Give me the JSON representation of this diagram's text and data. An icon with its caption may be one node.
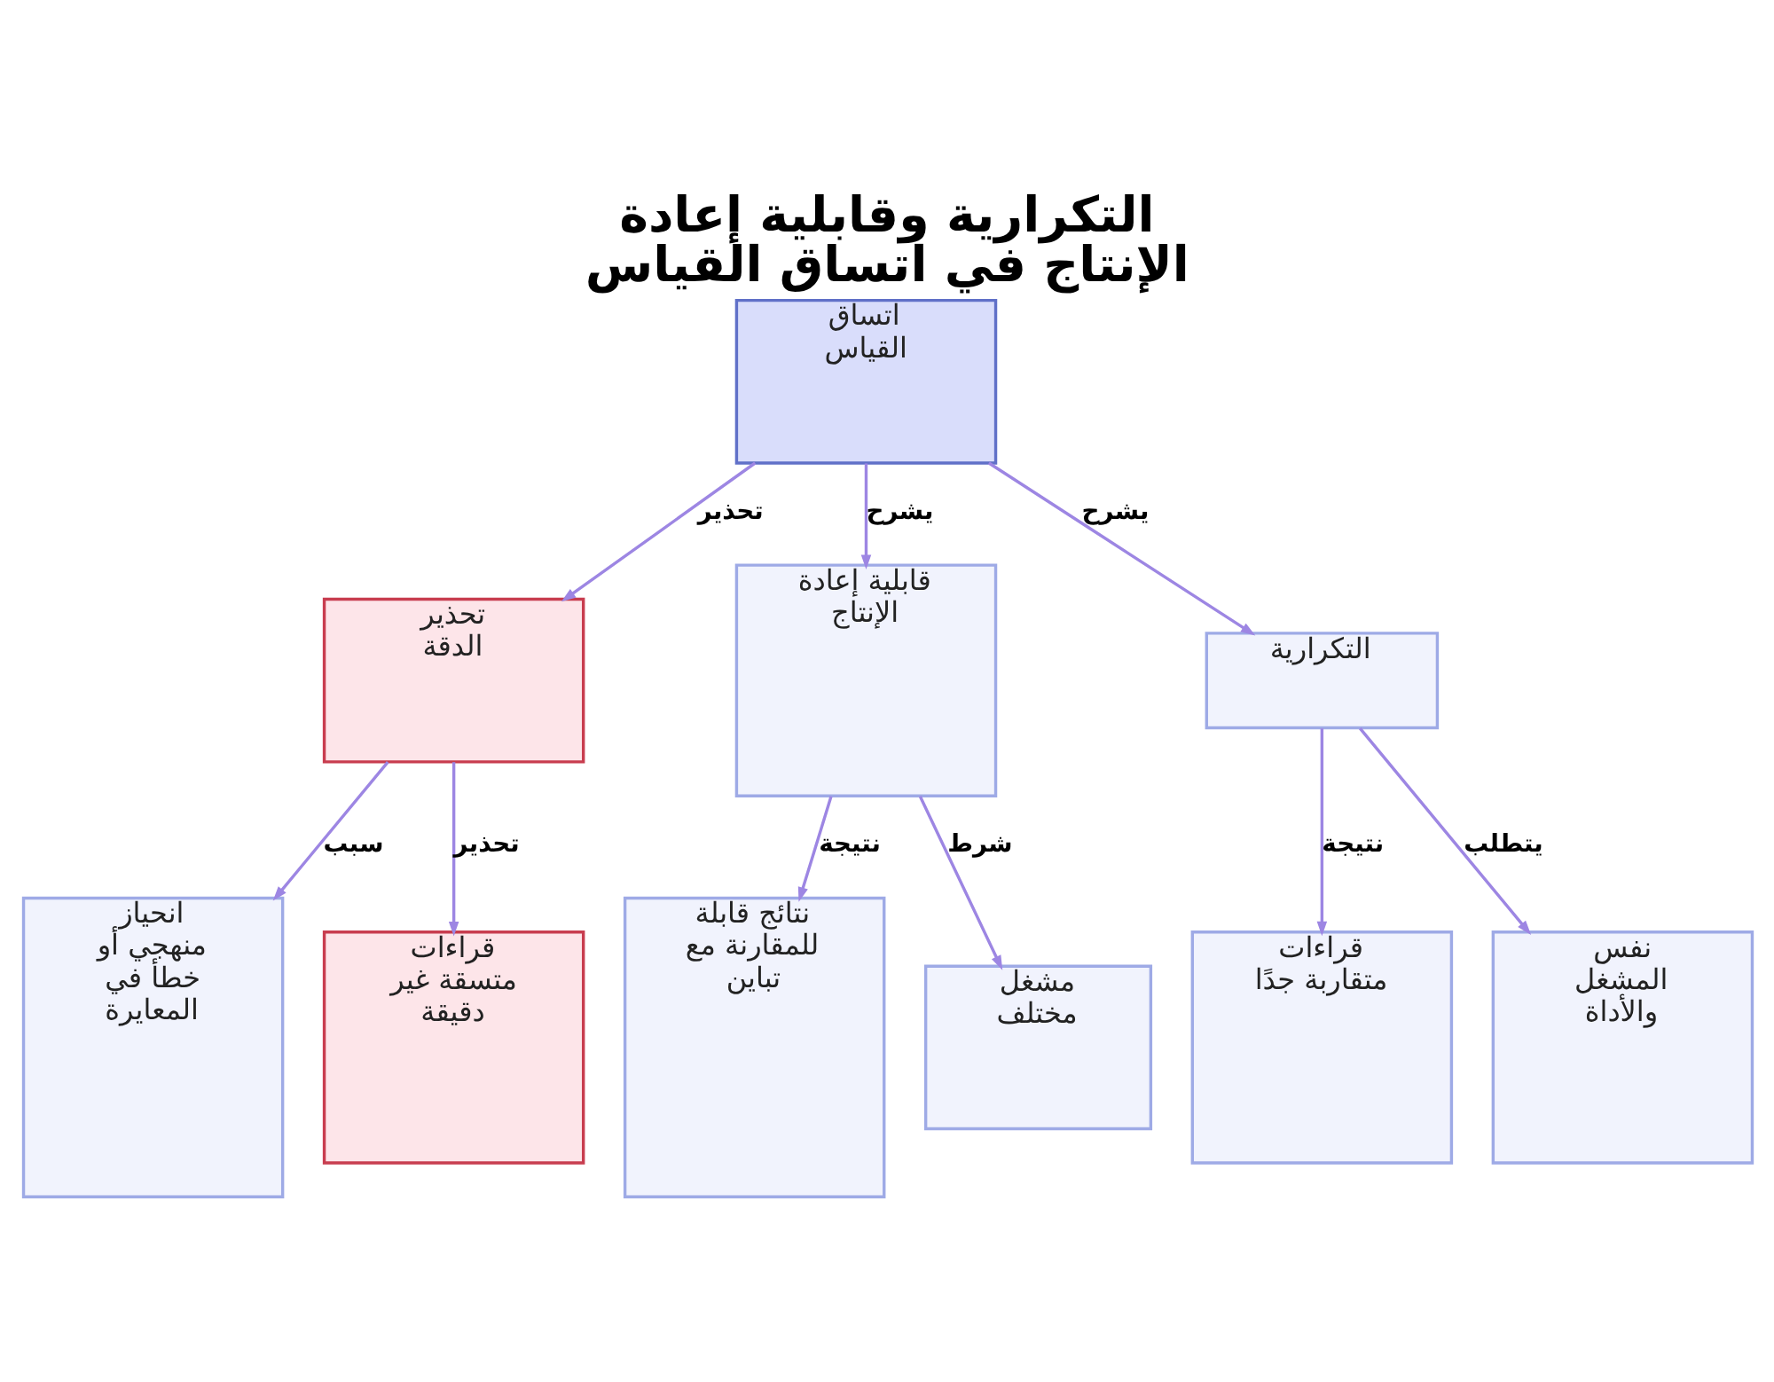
{
  "diagram": {
    "title": "التكرارية وقابلية إعادة الإنتاج في اتساق القياس",
    "nodes": [
      {
        "text": [
          "اتساق القياس"
        ]
      },
      {
        "text": [
          "تحذير الدقة"
        ]
      },
      {
        "text": [
          "قابلية إعادة الإنتاج"
        ]
      },
      {
        "text": [
          "التكرارية"
        ]
      },
      {
        "text": [
          "انحياز منهجي أو خطأ في المعايرة"
        ]
      },
      {
        "text": [
          "قراءات متسقة غير دقيقة"
        ]
      },
      {
        "text": [
          "نتائج قابلة للمقارنة مع تباين"
        ]
      },
      {
        "text": [
          "مشغل مختلف"
        ]
      },
      {
        "text": [
          "قراءات متقاربة جدًا"
        ]
      },
      {
        "text": [
          "نفس المشغل والأداة"
        ]
      }
    ],
    "edges": [
      {
        "from": 0,
        "to": 1,
        "arrow": "to",
        "label": "تحذير"
      },
      {
        "from": 0,
        "to": 2,
        "arrow": "to",
        "label": "يشرح"
      },
      {
        "from": 0,
        "to": 3,
        "arrow": "to",
        "label": "يشرح"
      },
      {
        "from": 1,
        "to": 4,
        "arrow": "to",
        "label": "سبب"
      },
      {
        "from": 1,
        "to": 5,
        "arrow": "to",
        "label": "تحذير"
      },
      {
        "from": 2,
        "to": 6,
        "arrow": "to",
        "label": "نتيجة"
      },
      {
        "from": 2,
        "to": 7,
        "arrow": "to",
        "label": "شرط"
      },
      {
        "from": 3,
        "to": 8,
        "arrow": "to",
        "label": "نتيجة"
      },
      {
        "from": 3,
        "to": 9,
        "arrow": "to",
        "label": "يتطلب"
      }
    ]
  }
}
